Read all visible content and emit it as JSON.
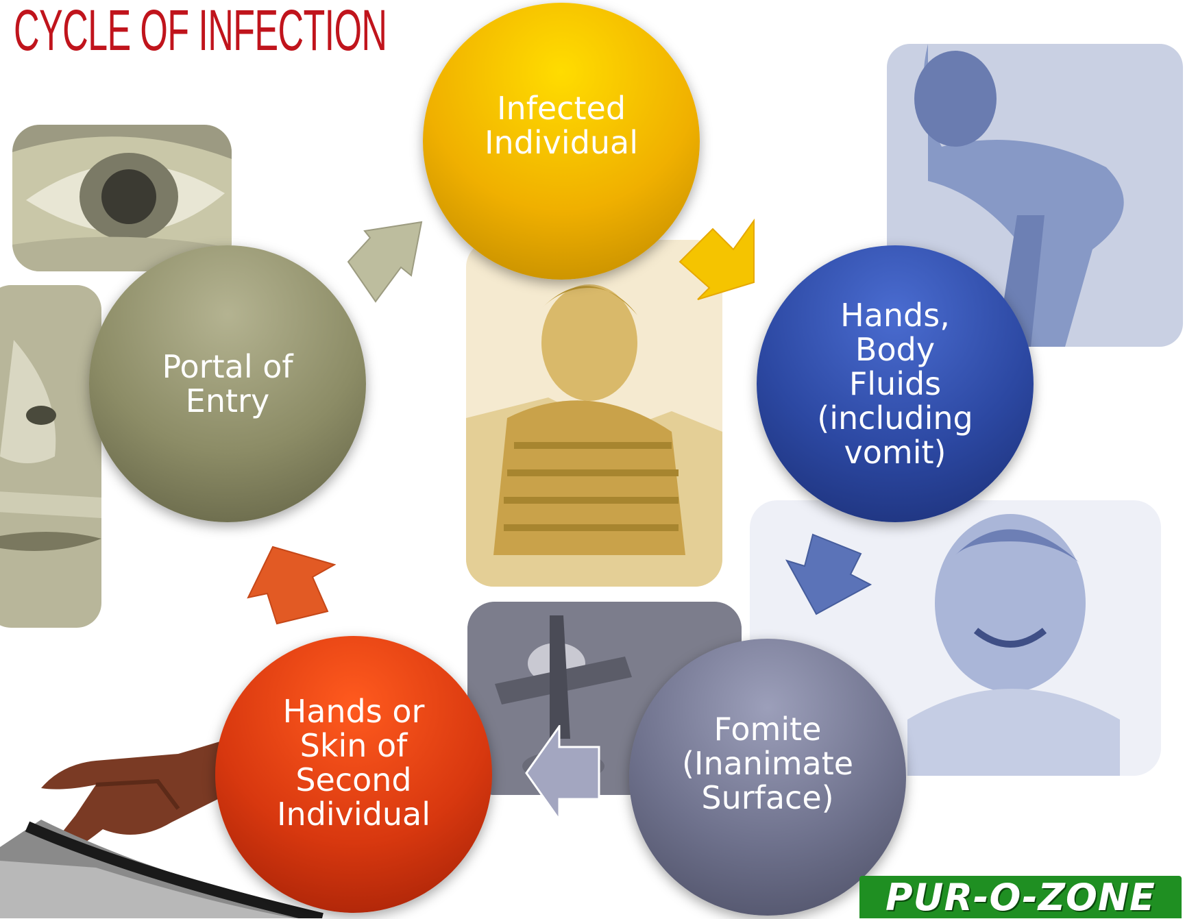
{
  "title": "CYCLE OF INFECTION",
  "logo": "PUR-O-ZONE",
  "nodes": {
    "infected": "Infected\nIndividual",
    "hands_fluids": "Hands,\nBody\nFluids\n(including\nvomit)",
    "fomite": "Fomite\n(Inanimate\nSurface)",
    "second": "Hands or\nSkin of\nSecond\nIndividual",
    "portal": "Portal of\nEntry"
  },
  "colors": {
    "title": "#c0141c",
    "infected": "#f0b400",
    "hands_fluids": "#2f4fa8",
    "fomite": "#6e718c",
    "second": "#d8380f",
    "portal": "#8c8c66",
    "logo": "#1f8f22"
  },
  "photos": [
    "eye-photo",
    "nose-mouth-photo",
    "sick-child-photo",
    "bent-over-woman-photo",
    "smiling-woman-photo",
    "hot-faucet-photo",
    "pointing-hand-photo"
  ]
}
